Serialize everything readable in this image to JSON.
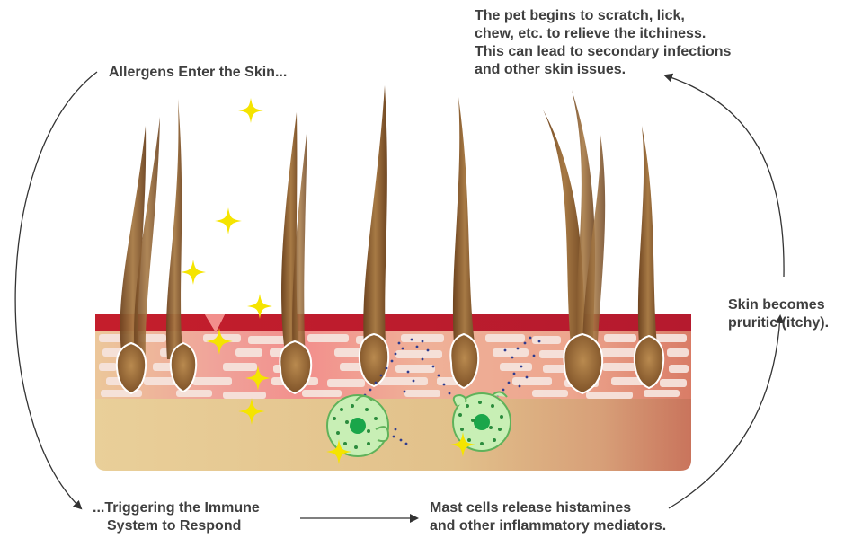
{
  "steps": {
    "allergens": {
      "lines": [
        "Allergens Enter the Skin..."
      ]
    },
    "scratch": {
      "lines": [
        "The pet begins to scratch, lick,",
        "chew, etc. to relieve the itchiness.",
        "This can lead to secondary infections",
        "and other skin issues."
      ]
    },
    "pruritic": {
      "lines": [
        "Skin becomes",
        "pruritic (itchy)."
      ]
    },
    "trigger": {
      "lines": [
        "...Triggering the Immune",
        "System to Respond"
      ]
    },
    "mast": {
      "lines": [
        "Mast cells release histamines",
        "and other inflammatory mediators."
      ]
    }
  },
  "colors": {
    "text": "#3f3f3f",
    "arrow": "#333333",
    "dermis": "#e7c890",
    "dermis_red": "#c8705c",
    "epidermis_top": "#c21d32",
    "cell_line": "#f3dcd6",
    "hair": "#8a5a2c",
    "allergen": "#f5e400",
    "mast_cell": "#c8efb5",
    "mast_nucleus": "#1aa64a"
  }
}
